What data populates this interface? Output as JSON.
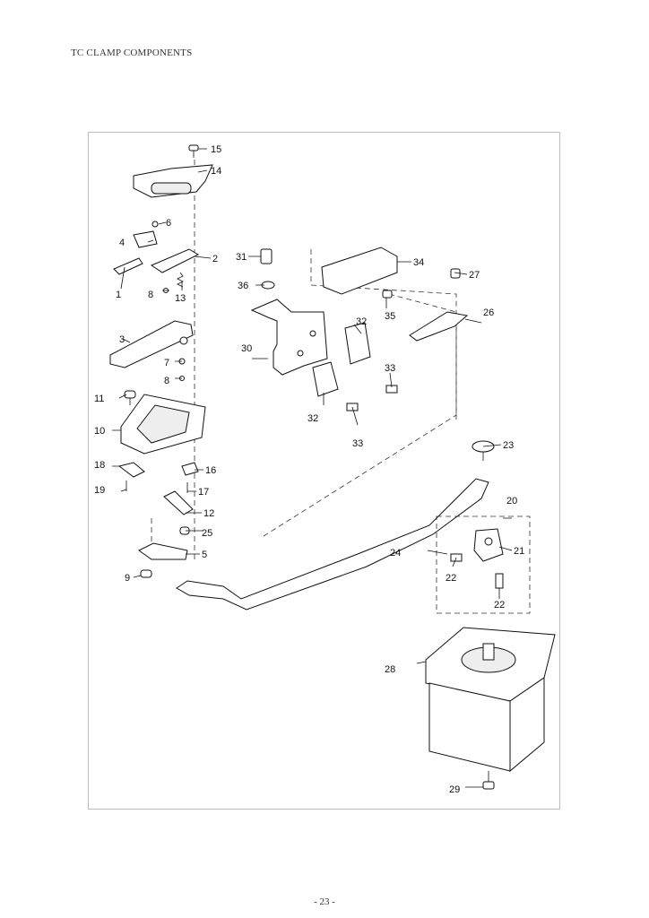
{
  "header": {
    "title": "TC CLAMP COMPONENTS"
  },
  "footer": {
    "page_number": "- 23 -"
  },
  "callouts": {
    "c1": "1",
    "c2": "2",
    "c3": "3",
    "c4": "4",
    "c5": "5",
    "c6": "6",
    "c7": "7",
    "c8a": "8",
    "c8b": "8",
    "c9": "9",
    "c10": "10",
    "c11": "11",
    "c12": "12",
    "c13": "13",
    "c14": "14",
    "c15": "15",
    "c16": "16",
    "c17": "17",
    "c18": "18",
    "c19": "19",
    "c20": "20",
    "c21": "21",
    "c22a": "22",
    "c22b": "22",
    "c23": "23",
    "c24": "24",
    "c25": "25",
    "c26": "26",
    "c27": "27",
    "c28": "28",
    "c29": "29",
    "c30": "30",
    "c31": "31",
    "c32a": "32",
    "c32b": "32",
    "c33a": "33",
    "c33b": "33",
    "c34": "34",
    "c35": "35",
    "c36": "36"
  }
}
